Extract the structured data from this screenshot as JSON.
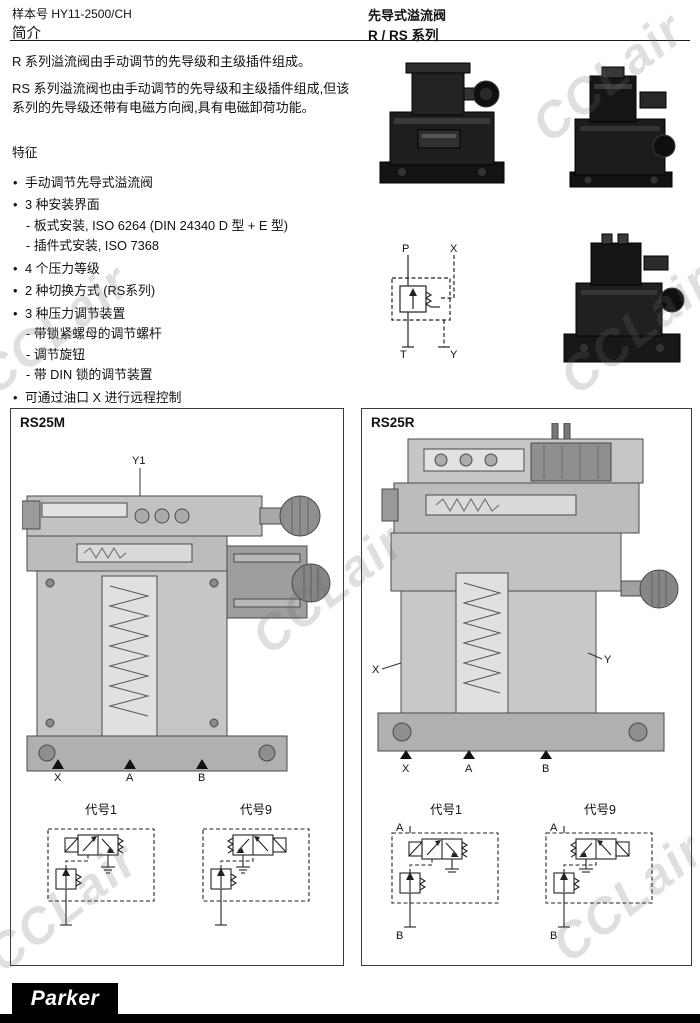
{
  "watermark": {
    "text": "CCLair"
  },
  "header": {
    "doc_number": "样本号 HY11-2500/CH",
    "section": "简介",
    "title": "先导式溢流阀",
    "series": "R / RS 系列"
  },
  "intro": {
    "para1": "R 系列溢流阀由手动调节的先导级和主级插件组成。",
    "para2": "RS 系列溢流阀也由手动调节的先导级和主级插件组成,但该系列的先导级还带有电磁方向阀,具有电磁卸荷功能。"
  },
  "features": {
    "heading": "特征",
    "items": [
      {
        "text": "手动调节先导式溢流阀"
      },
      {
        "text": "3 种安装界面",
        "sub": [
          "- 板式安装, ISO 6264 (DIN 24340  D 型  +  E 型)",
          "- 插件式安装, ISO 7368"
        ]
      },
      {
        "text": "4 个压力等级"
      },
      {
        "text": "2 种切换方式 (RS系列)"
      },
      {
        "text": "3 种压力调节装置",
        "sub": [
          "- 带锁紧螺母的调节螺杆",
          "- 调节旋钮",
          "- 带 DIN 锁的调节装置"
        ]
      },
      {
        "text": "可通过油口 X 进行远程控制"
      }
    ]
  },
  "symbol": {
    "port_p": "P",
    "port_x": "X",
    "port_t": "T",
    "port_y": "Y"
  },
  "left_panel": {
    "title": "RS25M",
    "label_y1": "Y1",
    "label_x": "X",
    "label_a": "A",
    "label_b": "B",
    "code1": "代号1",
    "code9": "代号9"
  },
  "right_panel": {
    "title": "RS25R",
    "label_x_side": "X",
    "label_y_side": "Y",
    "label_x": "X",
    "label_a": "A",
    "label_b": "B",
    "schematic_a": "A",
    "schematic_b": "B",
    "code1": "代号1",
    "code9": "代号9"
  },
  "footer": {
    "brand": "Parker"
  }
}
